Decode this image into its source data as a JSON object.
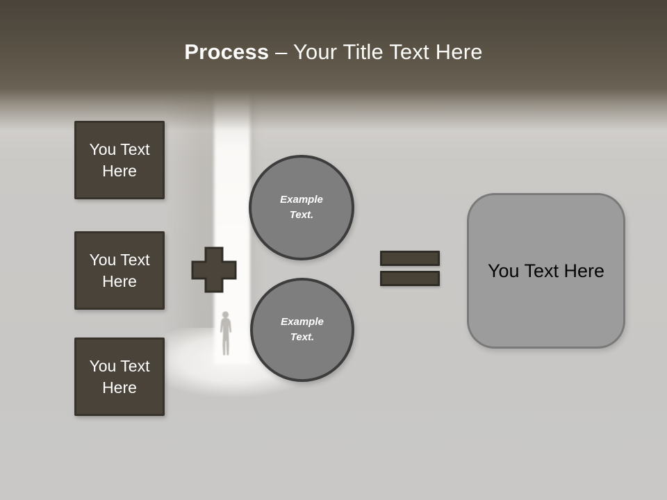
{
  "title": {
    "emphasis": "Process",
    "separator": " – ",
    "rest": "Your Title Text Here"
  },
  "left_boxes": [
    {
      "label": "You Text Here"
    },
    {
      "label": "You Text Here"
    },
    {
      "label": "You Text Here"
    }
  ],
  "operators": {
    "plus_icon": "plus",
    "equals_icon": "equals"
  },
  "circles": [
    {
      "label": "Example Text."
    },
    {
      "label": "Example Text."
    }
  ],
  "result_box": {
    "label": "You Text Here"
  },
  "colors": {
    "header_brown_top": "#49433a",
    "header_brown_bottom": "#6b6355",
    "background_gray": "#c9c8c6",
    "box_fill": "#4a4339",
    "box_border": "#37332b",
    "operator_fill": "#494337",
    "operator_border": "#302c26",
    "circle_fill": "#7e7e7e",
    "circle_border": "#3d3d3d",
    "result_fill": "#9c9c9c",
    "result_border": "#7a7a7a",
    "title_text": "#fbfbfa",
    "doorway_light": "#fcfbf9"
  }
}
